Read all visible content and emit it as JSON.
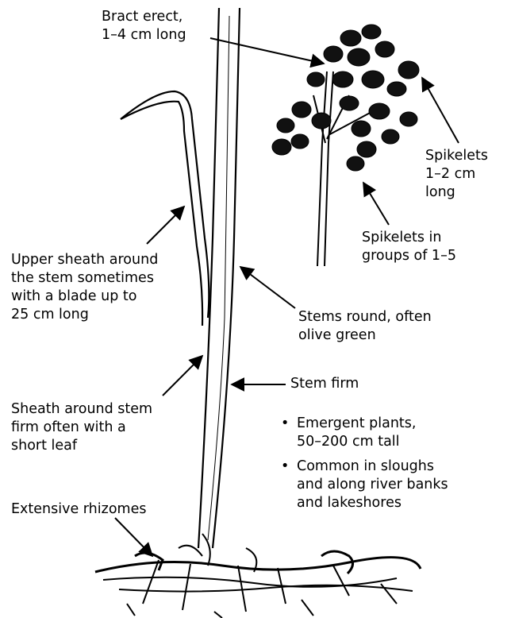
{
  "labels": {
    "bract": "Bract erect,\n1–4 cm long",
    "spikelets_length": "Spikelets\n1–2 cm\nlong",
    "spikelets_groups": "Spikelets in\ngroups of 1–5",
    "upper_sheath": "Upper sheath around\nthe stem sometimes\nwith a blade up to\n25 cm long",
    "stems_round": "Stems round, often\nolive green",
    "stem_firm": "Stem firm",
    "sheath_firm": "Sheath around stem\nfirm often with a\nshort leaf",
    "rhizomes": "Extensive rhizomes"
  },
  "notes": [
    "Emergent plants,\n50–200 cm tall",
    "Common in sloughs\nand along river banks\nand lakeshores"
  ],
  "colors": {
    "ink": "#000000",
    "paper": "#ffffff"
  }
}
